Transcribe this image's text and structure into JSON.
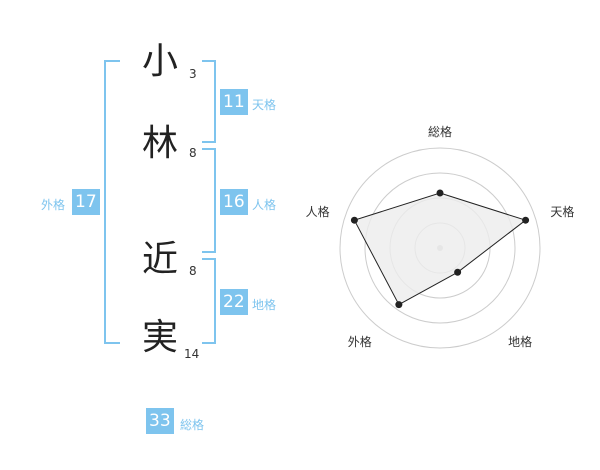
{
  "name": {
    "chars": [
      {
        "char": "小",
        "strokes": "3"
      },
      {
        "char": "林",
        "strokes": "8"
      },
      {
        "char": "近",
        "strokes": "8"
      },
      {
        "char": "実",
        "strokes": "14"
      }
    ]
  },
  "kaku": {
    "ten": {
      "value": "11",
      "label": "天格"
    },
    "jin": {
      "value": "16",
      "label": "人格"
    },
    "chi": {
      "value": "22",
      "label": "地格"
    },
    "gai": {
      "value": "17",
      "label": "外格"
    },
    "so": {
      "value": "33",
      "label": "総格"
    }
  },
  "chart_data": {
    "type": "radar",
    "axes": [
      "総格",
      "天格",
      "地格",
      "外格",
      "人格"
    ],
    "values": [
      0.55,
      0.9,
      0.3,
      0.7,
      0.9
    ],
    "range": [
      0,
      1
    ],
    "rings": 4,
    "colors": {
      "fill": "#ececec",
      "line": "#222222",
      "grid": "#cccccc",
      "center": "#cccccc"
    }
  }
}
